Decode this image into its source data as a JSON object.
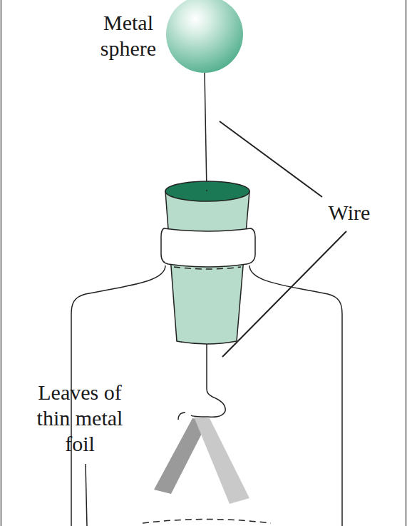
{
  "diagram": {
    "labels": [
      "Metal sphere",
      "Wire",
      "Leaves of thin metal foil"
    ]
  }
}
